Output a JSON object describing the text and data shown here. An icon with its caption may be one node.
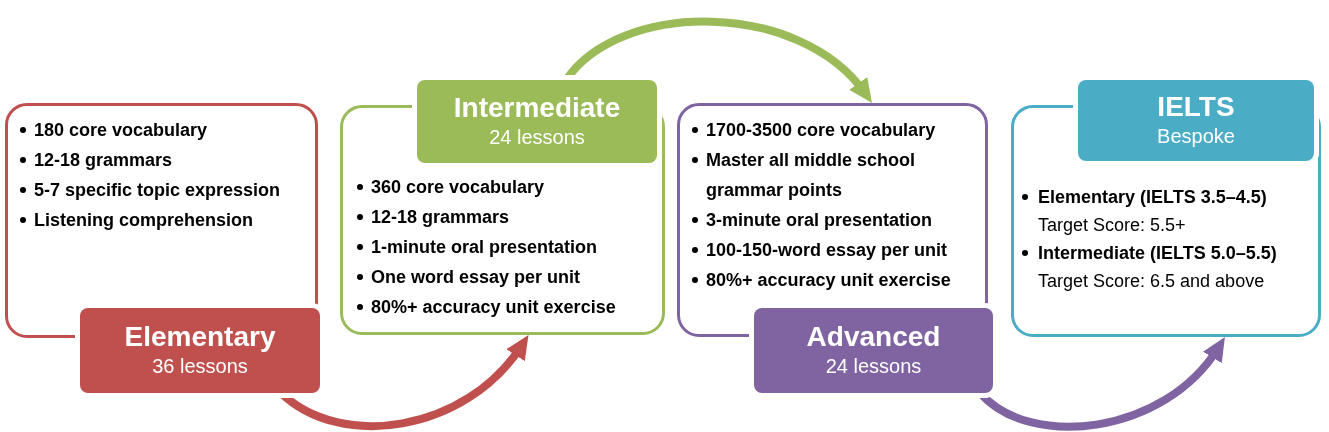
{
  "diagram": {
    "nodes": [
      {
        "text": [
          "180 core vocabulary",
          "12-18 grammars",
          "5-7 specific topic expression",
          "Listening comprehension"
        ]
      },
      {
        "text": [
          "Elementary",
          "36 lessons"
        ]
      },
      {
        "text": [
          "Intermediate",
          "24 lessons"
        ]
      },
      {
        "text": [
          "360 core vocabulary",
          "12-18 grammars",
          "1-minute oral presentation",
          "One word essay per unit",
          "80%+ accuracy unit exercise"
        ]
      },
      {
        "text": [
          "1700-3500 core vocabulary",
          "Master all middle school grammar points",
          "3-minute oral presentation",
          "100-150-word essay per unit",
          "80%+ accuracy unit exercise"
        ]
      },
      {
        "text": [
          "Advanced",
          "24 lessons"
        ]
      },
      {
        "text": [
          "IELTS",
          "Bespoke"
        ]
      },
      {
        "text": [
          "Elementary (IELTS 3.5–4.5)",
          "Target Score: 5.5+",
          "Intermediate (IELTS 5.0–5.5)",
          "Target Score: 6.5 and above"
        ]
      }
    ],
    "edges": [
      {
        "from": 1,
        "to": 3,
        "arrow": "to",
        "color": "#c0504d"
      },
      {
        "from": 2,
        "to": 4,
        "arrow": "to",
        "color": "#9bbb59"
      },
      {
        "from": 5,
        "to": 7,
        "arrow": "to",
        "color": "#8064a2"
      }
    ]
  }
}
